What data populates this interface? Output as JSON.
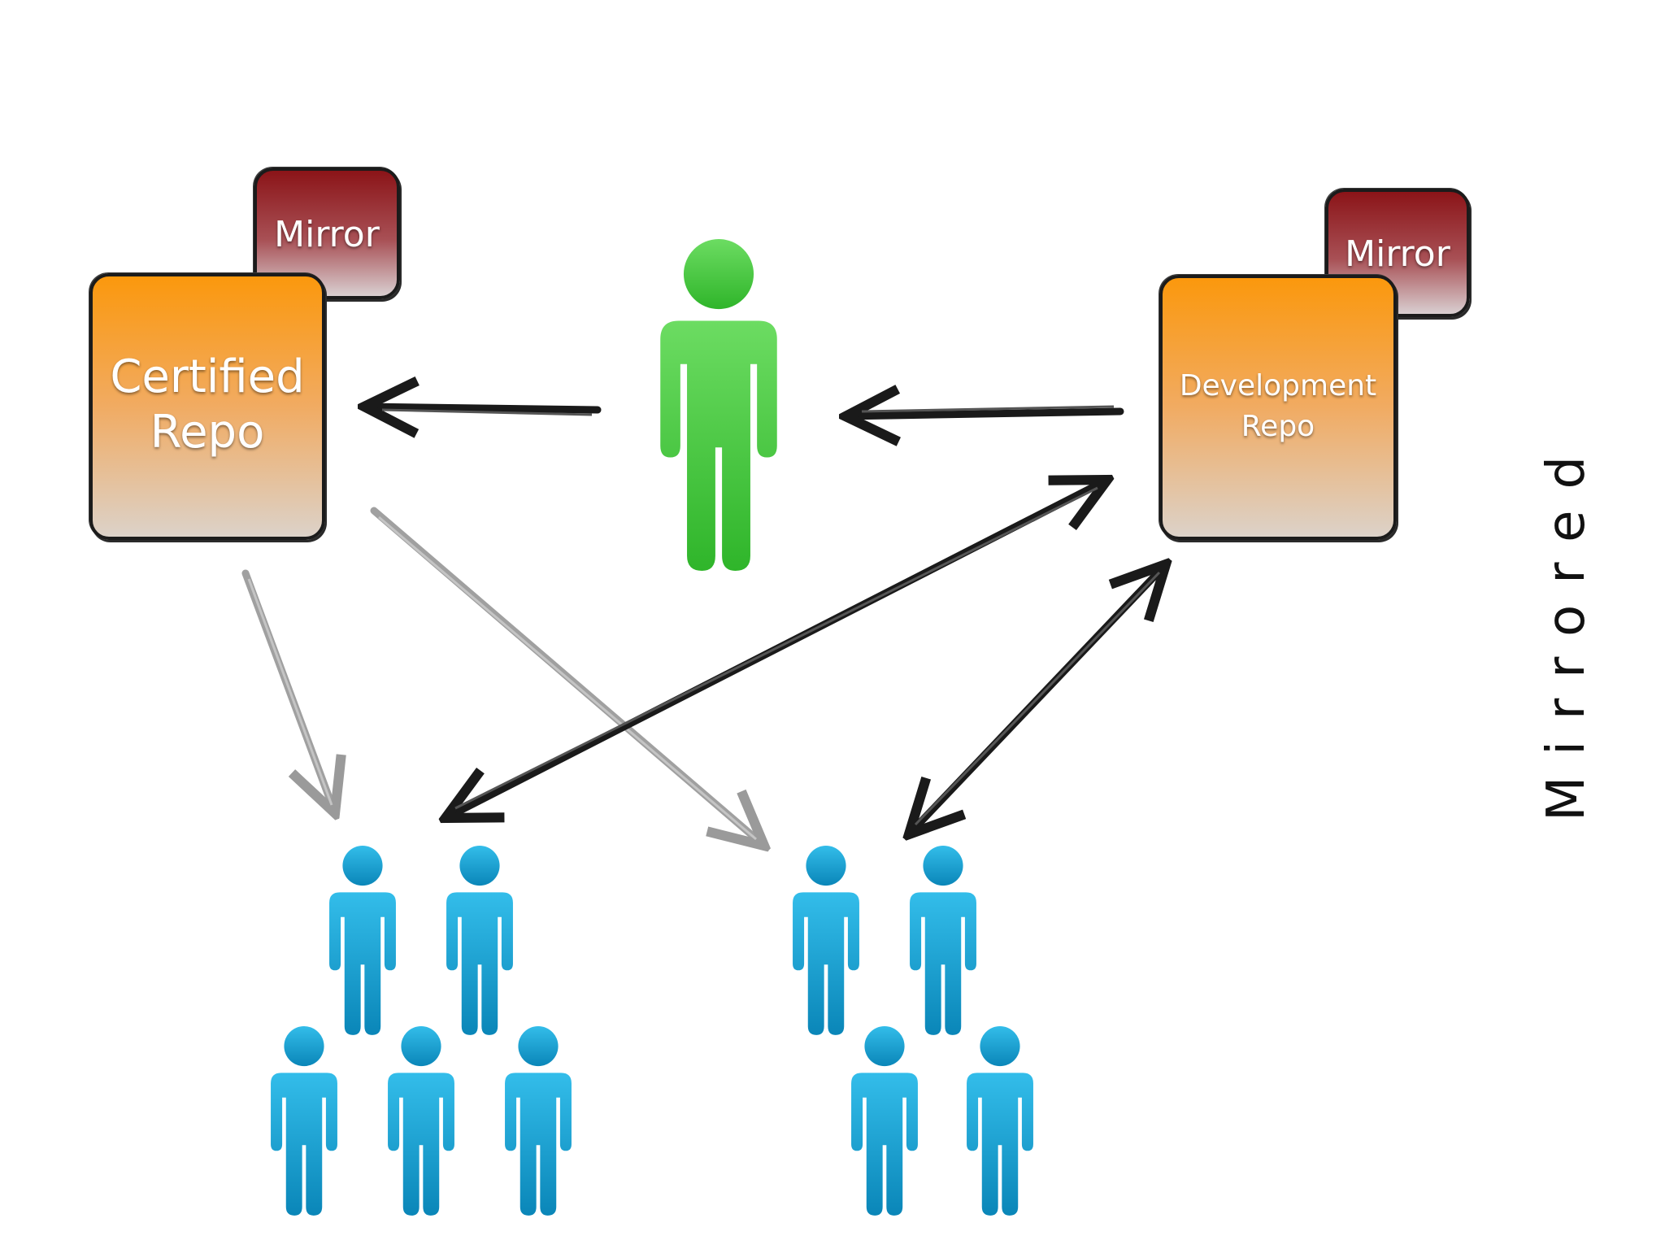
{
  "title": "Mirrored",
  "certified": {
    "repo_label_line1": "Certified",
    "repo_label_line2": "Repo",
    "mirror_label": "Mirror"
  },
  "development": {
    "repo_label_line1": "Development",
    "repo_label_line2": "Repo",
    "mirror_label": "Mirror"
  },
  "colors": {
    "repo_top": "#fb980d",
    "repo_bottom": "#dcd2c9",
    "mirror_top": "#8b1418",
    "mirror_bottom": "#d9cfd1",
    "central_person": "#4fcf4a",
    "team_person": "#1aa8d8",
    "primary_arrow": "#1a1a1a",
    "secondary_arrow": "#9a9a9a"
  },
  "icons": {
    "central_person": "person-icon",
    "team_members": "person-icon"
  }
}
